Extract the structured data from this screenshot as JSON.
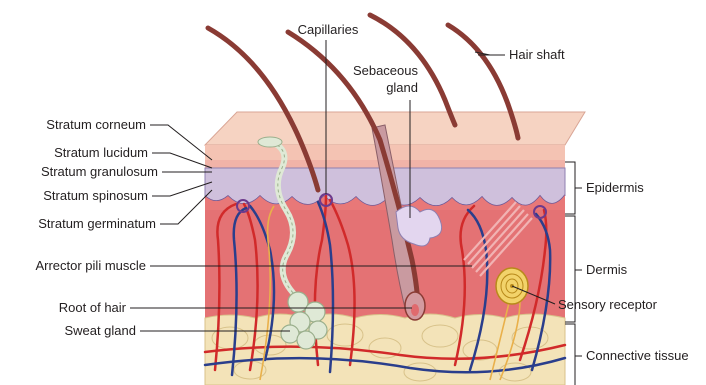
{
  "labels": {
    "stratum_corneum": "Stratum corneum",
    "stratum_lucidum": "Stratum lucidum",
    "stratum_granulosum": "Stratum granulosum",
    "stratum_spinosum": "Stratum spinosum",
    "stratum_germinatum": "Stratum germinatum",
    "arrector_pili_muscle": "Arrector pili muscle",
    "root_of_hair": "Root of hair",
    "sweat_gland": "Sweat gland",
    "capillaries": "Capillaries",
    "sebaceous_gland_line1": "Sebaceous",
    "sebaceous_gland_line2": "gland",
    "hair_shaft": "Hair shaft",
    "epidermis": "Epidermis",
    "dermis": "Dermis",
    "sensory_receptor": "Sensory receptor",
    "connective_tissue": "Connective tissue"
  },
  "colors": {
    "skin_top": "#f6d3c2",
    "corneum": "#f4c3b3",
    "lucidum": "#f1b3a8",
    "purple_layer": "#cfc0dc",
    "dermis": "#e87878",
    "dermis_front": "#e06a6e",
    "fat": "#f3e3b8",
    "artery": "#d12a2a",
    "vein": "#2a3e8c",
    "hair": "#8a3b34",
    "nerve": "#e9b04a",
    "gland": "#dfe9d6"
  }
}
